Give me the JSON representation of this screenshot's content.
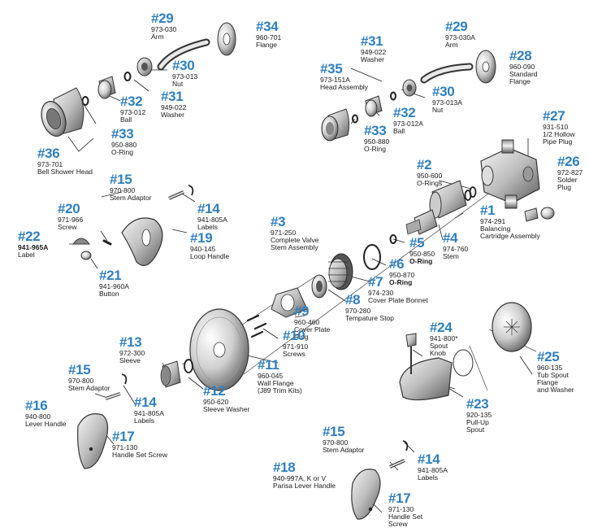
{
  "colors": {
    "number": "#2f7fc0",
    "line": "#222222",
    "part_light": "#eeeeee",
    "part_mid": "#c4c4c4",
    "part_dark": "#6b6b6b"
  },
  "callouts": [
    {
      "id": "c29a",
      "num": "#29",
      "part": "973-030",
      "desc": [
        "Arm"
      ]
    },
    {
      "id": "c34",
      "num": "#34",
      "part": "960-701",
      "desc": [
        "Flange"
      ]
    },
    {
      "id": "c30a",
      "num": "#30",
      "part": "973-013",
      "desc": [
        "Nut"
      ]
    },
    {
      "id": "c31a",
      "num": "#31",
      "part": "949-022",
      "desc": [
        "Washer"
      ]
    },
    {
      "id": "c32a",
      "num": "#32",
      "part": "973-012",
      "desc": [
        "Ball"
      ]
    },
    {
      "id": "c33a",
      "num": "#33",
      "part": "950-880",
      "desc": [
        "O-Ring"
      ]
    },
    {
      "id": "c36",
      "num": "#36",
      "part": "973-701",
      "desc": [
        "Bell Shower Head"
      ]
    },
    {
      "id": "c31b",
      "num": "#31",
      "part": "949-022",
      "desc": [
        "Washer"
      ]
    },
    {
      "id": "c29b",
      "num": "#29",
      "part": "973-030A",
      "desc": [
        "Arm"
      ]
    },
    {
      "id": "c28",
      "num": "#28",
      "part": "960-090",
      "desc": [
        "Standard",
        "Flange"
      ]
    },
    {
      "id": "c35",
      "num": "#35",
      "part": "973-151A",
      "desc": [
        "Head Assembly"
      ]
    },
    {
      "id": "c30b",
      "num": "#30",
      "part": "973-013A",
      "desc": [
        "Nut"
      ]
    },
    {
      "id": "c32b",
      "num": "#32",
      "part": "973-012A",
      "desc": [
        "Ball"
      ]
    },
    {
      "id": "c33b",
      "num": "#33",
      "part": "950-880",
      "desc": [
        "O-Ring"
      ]
    },
    {
      "id": "c27",
      "num": "#27",
      "part": "931-510",
      "desc": [
        "1/2 Hollow",
        "Pipe Plug"
      ]
    },
    {
      "id": "c26",
      "num": "#26",
      "part": "972-827",
      "desc": [
        "Solder",
        "Plug"
      ]
    },
    {
      "id": "c2",
      "num": "#2",
      "part": "950-600",
      "desc": [
        "O-Rings"
      ]
    },
    {
      "id": "c15a",
      "num": "#15",
      "part": "970-800",
      "desc": [
        "Stem Adaptor"
      ]
    },
    {
      "id": "c14a",
      "num": "#14",
      "part": "941-805A",
      "desc": [
        "Labels"
      ]
    },
    {
      "id": "c20",
      "num": "#20",
      "part": "971-966",
      "desc": [
        "Screw"
      ]
    },
    {
      "id": "c3",
      "num": "#3",
      "part": "971-250",
      "desc": [
        "Complete Valve",
        "Stem Assembly"
      ]
    },
    {
      "id": "c1",
      "num": "#1",
      "part": "974-291",
      "desc": [
        "Balancing",
        "Cartridge Assembly"
      ]
    },
    {
      "id": "c22",
      "num": "#22",
      "part": "941-965A",
      "desc": [
        "Label"
      ]
    },
    {
      "id": "c19",
      "num": "#19",
      "part": "940-145",
      "desc": [
        "Loop Handle"
      ]
    },
    {
      "id": "c4",
      "num": "#4",
      "part": "974-760",
      "desc": [
        "Stem"
      ]
    },
    {
      "id": "c5",
      "num": "#5",
      "part": "950-850",
      "desc": [
        "O-Ring"
      ],
      "emph": true
    },
    {
      "id": "c21",
      "num": "#21",
      "part": "941-960A",
      "desc": [
        "Button"
      ]
    },
    {
      "id": "c6",
      "num": "#6",
      "part": "950-870",
      "desc": [
        "O-Ring"
      ],
      "emph": true
    },
    {
      "id": "c7",
      "num": "#7",
      "part": "974-230",
      "desc": [
        "Cover Plate Bonnet"
      ]
    },
    {
      "id": "c8",
      "num": "#8",
      "part": "970-280",
      "desc": [
        "Tempature Stop"
      ]
    },
    {
      "id": "c9",
      "num": "#9",
      "part": "960-460",
      "desc": [
        "Cover Plate",
        "Ring"
      ]
    },
    {
      "id": "c24",
      "num": "#24",
      "part": "941-800*",
      "desc": [
        "Spout",
        "Knob"
      ]
    },
    {
      "id": "c10",
      "num": "#10",
      "part": "971-910",
      "desc": [
        "Screws"
      ]
    },
    {
      "id": "c13",
      "num": "#13",
      "part": "972-300",
      "desc": [
        "Sleeve"
      ]
    },
    {
      "id": "c25",
      "num": "#25",
      "part": "960-135",
      "desc": [
        "Tub Spout",
        "Flange",
        "and Washer"
      ]
    },
    {
      "id": "c11",
      "num": "#11",
      "part": "960-045",
      "desc": [
        "Wall Flange",
        "(J89 Trim Kits)"
      ]
    },
    {
      "id": "c15b",
      "num": "#15",
      "part": "970-800",
      "desc": [
        "Stem Adaptor"
      ]
    },
    {
      "id": "c14b",
      "num": "#14",
      "part": "941-805A",
      "desc": [
        "Labels"
      ]
    },
    {
      "id": "c16",
      "num": "#16",
      "part": "940-800",
      "desc": [
        "Lever Handle"
      ]
    },
    {
      "id": "c12",
      "num": "#12",
      "part": "950-620",
      "desc": [
        "Sleeve Washer"
      ]
    },
    {
      "id": "c23",
      "num": "#23",
      "part": "920-135",
      "desc": [
        "Pull-Up",
        "Spout"
      ]
    },
    {
      "id": "c17a",
      "num": "#17",
      "part": "971-130",
      "desc": [
        "Handle Set Screw"
      ]
    },
    {
      "id": "c15c",
      "num": "#15",
      "part": "970-800",
      "desc": [
        "Stem Adaptor"
      ]
    },
    {
      "id": "c14c",
      "num": "#14",
      "part": "941-805A",
      "desc": [
        "Labels"
      ]
    },
    {
      "id": "c18",
      "num": "#18",
      "part": "940-997A, K or V",
      "desc": [
        "Parisa Lever Handle"
      ]
    },
    {
      "id": "c17b",
      "num": "#17",
      "part": "971-130",
      "desc": [
        "Handle Set",
        "Screw"
      ]
    }
  ]
}
